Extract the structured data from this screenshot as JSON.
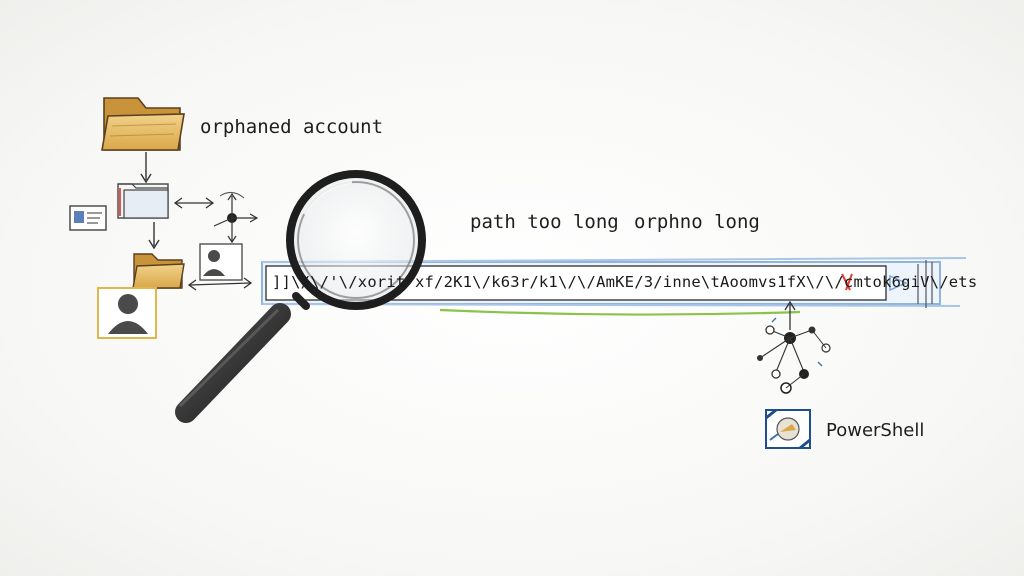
{
  "labels": {
    "orphaned_account": "orphaned account",
    "path_too_long": "path too long",
    "orphno_long": "orphno long",
    "powershell": "PowerShell"
  },
  "path_field": {
    "text": "]]\\/\\/'\\/xorit xf/2K1\\/k63r/k1\\/\\/AmKE/3/inne\\tAoomvs1fX\\/\\/cmtok6giV\\/ets"
  },
  "icons": {
    "folder": "folder-icon",
    "user": "user-icon",
    "magnifier": "magnifying-glass-icon",
    "network": "network-node-icon",
    "powershell": "powershell-icon"
  },
  "colors": {
    "folder_fill": "#e9c06a",
    "path_bar_border": "#8fb4de",
    "path_bar_fill": "#eef4fb",
    "green_underline": "#8bc34a",
    "red_mark": "#e53935",
    "user_fill": "#4a4a4a"
  }
}
